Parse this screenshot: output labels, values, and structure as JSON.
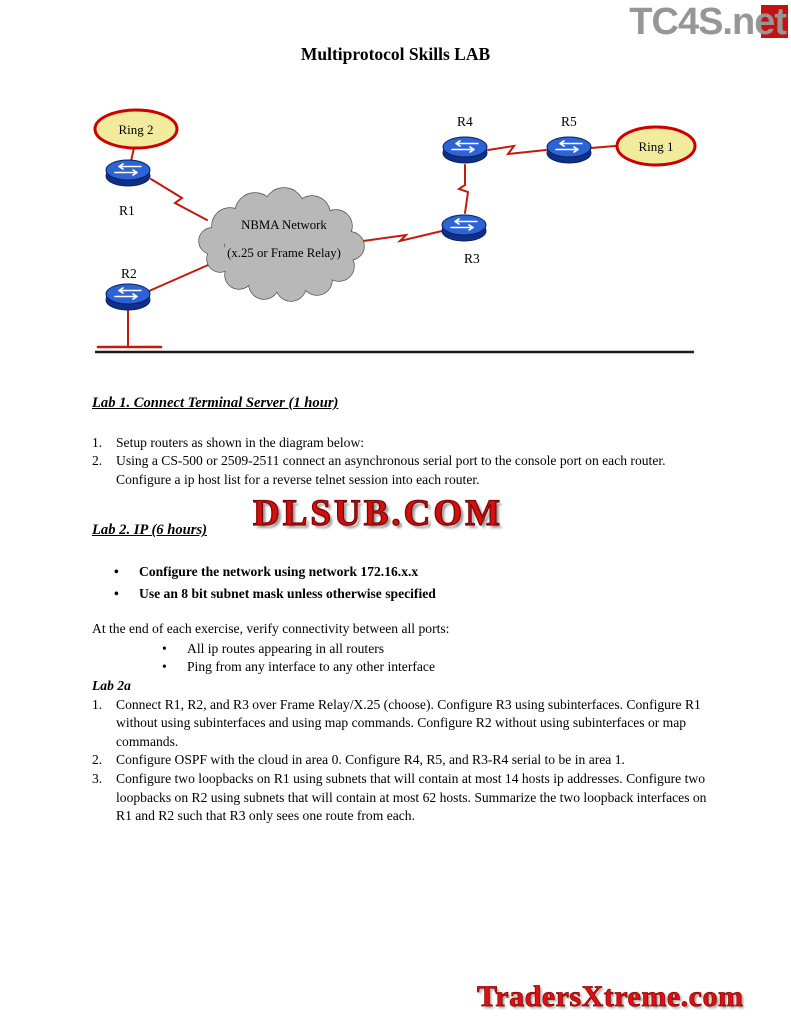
{
  "page": {
    "brand_top": "TC4S.net",
    "title": "Multiprotocol Skills LAB",
    "watermark_mid": "DLSUB.COM",
    "watermark_bottom": "TradersXtreme.com"
  },
  "diagram": {
    "cloud": {
      "line1": "NBMA Network",
      "line2": "(x.25 or Frame Relay)"
    },
    "rings": [
      {
        "label": "Ring 2"
      },
      {
        "label": "Ring 1"
      }
    ],
    "routers": [
      {
        "label": "R1"
      },
      {
        "label": "R2"
      },
      {
        "label": "R3"
      },
      {
        "label": "R4"
      },
      {
        "label": "R5"
      }
    ]
  },
  "lab1": {
    "heading": "Lab 1.  Connect Terminal Server (1 hour)",
    "items": [
      {
        "num": "1.",
        "text": "Setup routers as shown in the diagram below:"
      },
      {
        "num": "2.",
        "text": "Using a CS-500 or 2509-2511 connect an asynchronous serial port to the console port on each router.  Configure a ip host list for a reverse telnet session into each router."
      }
    ]
  },
  "lab2": {
    "heading": "Lab 2.  IP (6 hours)",
    "bullet_char": "•",
    "bullets": [
      "Configure the network using network 172.16.x.x",
      "Use an 8 bit subnet mask unless otherwise specified"
    ],
    "verify_intro": "At the end of each exercise, verify connectivity between all ports:",
    "verify_bullets": [
      "All ip routes appearing in all routers",
      "Ping from any interface to any other interface"
    ],
    "sub_heading": "Lab 2a",
    "items": [
      {
        "num": "1.",
        "text": "Connect R1, R2, and R3 over Frame Relay/X.25 (choose).  Configure R3 using subinterfaces. Configure R1 without using subinterfaces and using map commands.  Configure R2 without using subinterfaces or map commands."
      },
      {
        "num": "2.",
        "text": "Configure OSPF with the cloud in area 0.  Configure R4, R5, and R3-R4  serial to be in area 1."
      },
      {
        "num": "3.",
        "text": "Configure two loopbacks on R1 using subnets that will contain at most 14 hosts ip addresses. Configure two loopbacks on R2 using subnets that will contain at most 62 hosts. Summarize the two loopback interfaces on R1 and R2 such that  R3 only sees one route from each."
      }
    ]
  },
  "colors": {
    "link_red": "#c41a0a",
    "ring_fill": "#f2eb9e",
    "ring_stroke": "#cc0000",
    "cloud_fill": "#b8b8b8",
    "router_blue": "#2e63d6",
    "watermark_red": "#d40f0f"
  }
}
